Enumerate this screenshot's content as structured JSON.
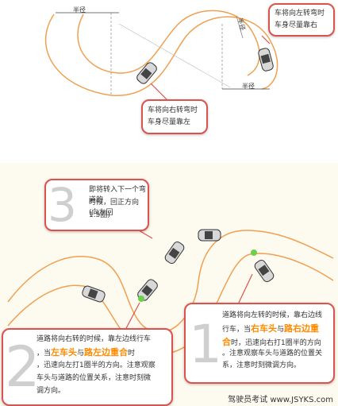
{
  "top": {
    "radius_label_a": "半径",
    "radius_label_b": "半径",
    "radius_label_c": "半径",
    "callout_right": {
      "line1": "车将向左转弯时",
      "line2": "车身尽量靠右"
    },
    "callout_left": {
      "line1": "车将向右转弯时",
      "line2": "车身尽量靠左"
    }
  },
  "bottom": {
    "step3": {
      "num": "3",
      "line1": "即将转入下一个弯道的",
      "line2": "时候，回正方向(向左回",
      "line3": "1.5圈)"
    },
    "step1": {
      "num": "1",
      "line1": "道路将向左转的时候，靠右边线",
      "line2a": "行车，当",
      "hl1": "右车头",
      "mid": "与",
      "hl2": "路右边重",
      "hl3": "合",
      "line3": "时，迅速向右打1圈半的方向",
      "line4": "。注意观察车头与道路的位置关",
      "line5": "系，注意时刻微调方向。"
    },
    "step2": {
      "num": "2",
      "line1": "道路将向右转的时候，靠左边线行车",
      "line2a": "，当",
      "hl1": "左车头",
      "mid": "与",
      "hl2": "路左边重合",
      "line2b": "时",
      "line3": "，迅速向左打1圈半的方向。注意观察",
      "line4": "车头与道路的位置关系，注意时刻微",
      "line5": "调方向。"
    }
  },
  "watermark": "驾驶员考试 www.JSYKS.com",
  "colors": {
    "road_edge": "#f0a050",
    "callout_border": "#d9534f",
    "highlight": "#ff8a00",
    "marker": "#6cd04a"
  }
}
